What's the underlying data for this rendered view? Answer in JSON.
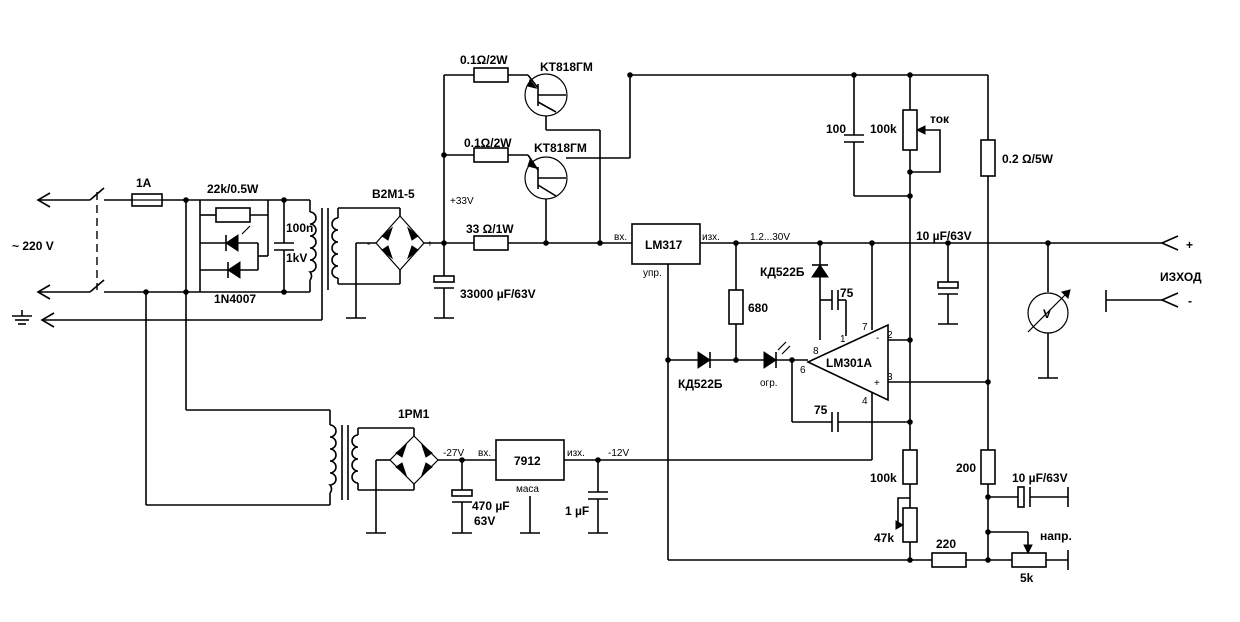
{
  "labels": {
    "fuse": "1A",
    "mains": "~ 220 V",
    "r_22k": "22k/0.5W",
    "c_100n_a": "100n",
    "c_100n_b": "1kV",
    "d_1n4007": "1N4007",
    "bridge1": "B2M1-5",
    "r_shunt1": "0.1Ω/2W",
    "r_shunt2": "0.1Ω/2W",
    "q1": "KT818ГM",
    "q2": "KT818ГM",
    "v33": "+33V",
    "r_33": "33 Ω/1W",
    "c_33000": "33000 µF/63V",
    "lm317": "LM317",
    "lm317_in": "вх.",
    "lm317_out": "изх.",
    "lm317_adj": "упр.",
    "vout_range": "1.2...30V",
    "c_100": "100",
    "r_100k_top": "100k",
    "tok": "ток",
    "r_02": "0.2 Ω/5W",
    "c_10uf_top": "10 µF/63V",
    "d_kd522_top": "КД522Б",
    "c_75_top": "75",
    "r_680": "680",
    "d_kd522_left": "КД522Б",
    "led_label": "огр.",
    "opamp": "LM301A",
    "pin8": "8",
    "pin1": "1",
    "pin7": "7",
    "pin2": "2",
    "pin3": "3",
    "pin6": "6",
    "pin4": "4",
    "c_75_bot": "75",
    "izhod": "ИЗХОД",
    "plus": "+",
    "minus": "-",
    "voltmeter": "V",
    "transformer2": "1PM1",
    "v_neg27": "-27V",
    "reg7912": "7912",
    "reg_in": "вх.",
    "reg_out": "изх.",
    "reg_gnd": "маса",
    "v_neg12": "-12V",
    "c_470_a": "470 µF",
    "c_470_b": "63V",
    "c_1uf": "1 µF",
    "r_100k_bot": "100k",
    "r_47k": "47k",
    "r_200": "200",
    "c_10uf_bot": "10 µF/63V",
    "r_220": "220",
    "napr": "напр.",
    "r_5k": "5k"
  }
}
